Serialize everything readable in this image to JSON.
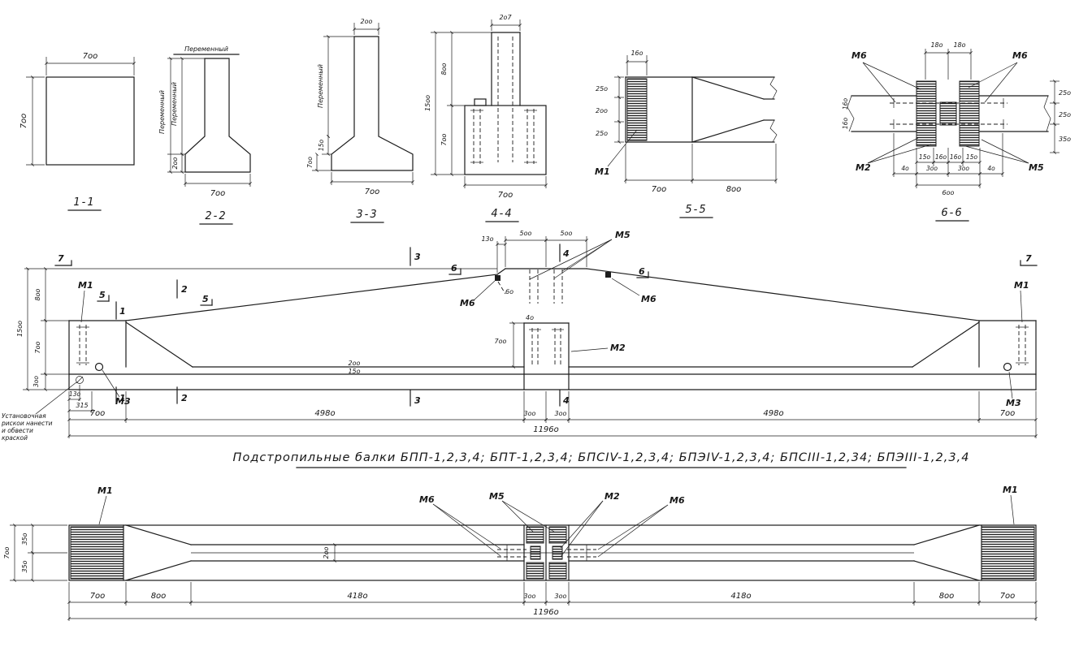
{
  "meta": {
    "bg": "#ffffff",
    "ink": "#1c1c1c"
  },
  "sections": {
    "s1": {
      "title": "1-1",
      "dim_w": "7oo",
      "dim_h": "7oo"
    },
    "s2": {
      "title": "2-2",
      "top": "Переменный",
      "h_outer": "Переменный",
      "h_stem": "Переменный",
      "h_base": "2oo",
      "dim_w": "7oo"
    },
    "s3": {
      "title": "3-3",
      "w_stem": "2oo",
      "h_stem": "Переменный",
      "h_flare": "15o",
      "h_base": "7oo",
      "dim_w": "7oo"
    },
    "s4": {
      "title": "4-4",
      "w_stem": "2o7",
      "h_top": "8oo",
      "h_total": "15oo",
      "h_base": "7oo",
      "dim_w": "7oo"
    },
    "s5": {
      "title": "5-5",
      "plate_w": "16o",
      "h1": "25o",
      "h2": "2oo",
      "h3": "25o",
      "label_m1": "М1",
      "b1": "7oo",
      "b2": "8oo"
    },
    "s6": {
      "title": "6-6",
      "t1": "18o",
      "t2": "18o",
      "m6a": "М6",
      "m6b": "М6",
      "m2": "М2",
      "m5": "М5",
      "r1": "25o",
      "r2": "25o",
      "r3": "35o",
      "lv1": "16o",
      "lv2": "16o",
      "b1": "15o",
      "b2": "16o",
      "b3": "16o",
      "b4": "15o",
      "c1": "4o",
      "c2": "3oo",
      "c3": "3oo",
      "c4": "4o",
      "b_total": "6oo"
    }
  },
  "elevation": {
    "markers": {
      "k7l": "7",
      "k7r": "7",
      "k3t": "3",
      "k3b": "3",
      "k2t": "2",
      "k2b": "2",
      "k1t": "1",
      "k1b": "1",
      "k5a": "5",
      "k5b": "5",
      "k6a": "6",
      "k6b": "6",
      "k4t": "4",
      "k4b": "4"
    },
    "labels": {
      "m1l": "М1",
      "m1r": "М1",
      "m2": "М2",
      "m3l": "М3",
      "m3r": "М3",
      "m5": "М5",
      "m6l": "М6",
      "m6r": "М6"
    },
    "dims": {
      "h800": "8oo",
      "h1500": "15oo",
      "h700": "7oo",
      "h300": "3oo",
      "d130_top": "13o",
      "d500a": "5oo",
      "d500b": "5oo",
      "d60": "6o",
      "d40": "4o",
      "j700": "7oo",
      "w200": "2oo",
      "w150": "15o",
      "d130_b": "13o",
      "b315": "315",
      "b700l": "7oo",
      "b4980l": "498o",
      "b300a": "3oo",
      "b300b": "3oo",
      "b4980r": "498o",
      "b700r": "7oo",
      "total": "1196o"
    },
    "note": [
      "Установочная",
      "рискои нанести",
      "и обвести",
      "краской"
    ]
  },
  "beam_title": "Подстропильные балки БПП-1,2,3,4; БПТ-1,2,3,4; БПСIV-1,2,3,4; БПЭIV-1,2,3,4; БПСIII-1,2,34; БПЭIII-1,2,3,4",
  "plan": {
    "labels": {
      "m1l": "М1",
      "m6l": "М6",
      "m5": "М5",
      "m2": "М2",
      "m6r": "М6",
      "m1r": "М1"
    },
    "dims": {
      "h700": "7oo",
      "h350a": "35o",
      "h350b": "35o",
      "w200": "2oo",
      "b700l": "7oo",
      "b800l": "8oo",
      "b4180l": "418o",
      "b300a": "3oo",
      "b300b": "3oo",
      "b4180r": "418o",
      "b800r": "8oo",
      "b700r": "7oo",
      "total": "1196o"
    }
  }
}
